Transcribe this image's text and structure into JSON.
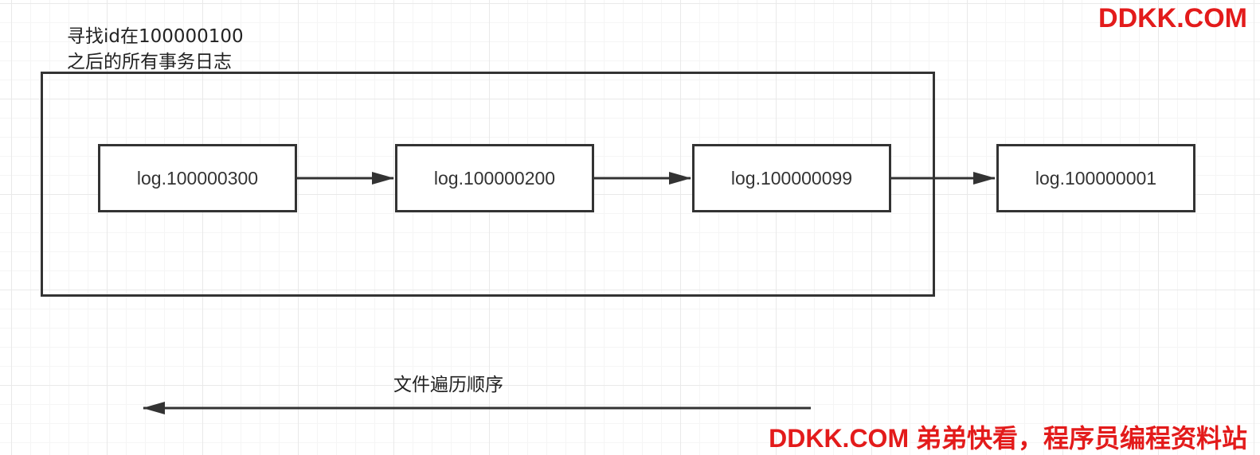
{
  "caption": {
    "line1": "寻找id在100000100",
    "line2": "之后的所有事务日志"
  },
  "nodes": [
    {
      "label": "log.100000300"
    },
    {
      "label": "log.100000200"
    },
    {
      "label": "log.100000099"
    },
    {
      "label": "log.100000001"
    }
  ],
  "traversal_label": "文件遍历顺序",
  "watermark": {
    "top": "DDKK.COM",
    "bottom": "DDKK.COM 弟弟快看，程序员编程资料站"
  },
  "colors": {
    "stroke": "#333333",
    "watermark": "#e31b1b",
    "grid": "#e9e9e9"
  }
}
